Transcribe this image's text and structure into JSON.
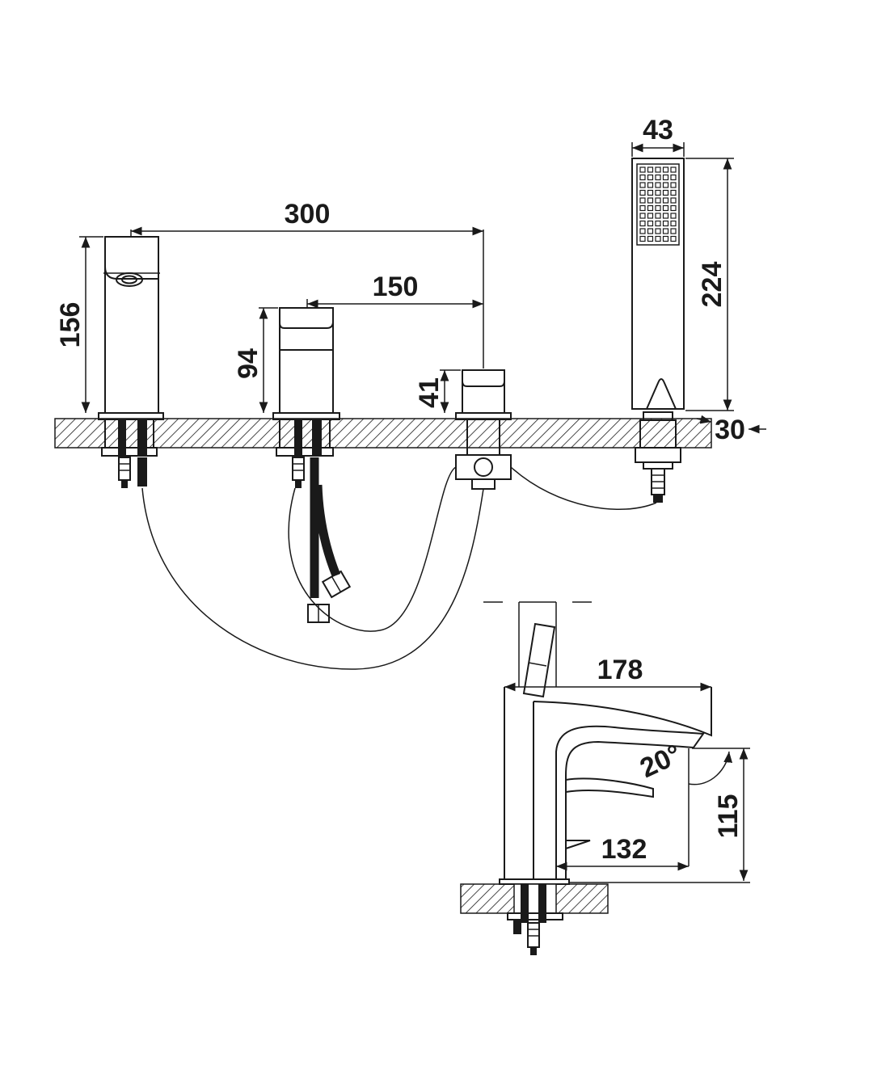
{
  "dimensions": {
    "spout_width": "300",
    "spout_height": "156",
    "mixer_offset": "150",
    "mixer_height": "94",
    "diverter_height": "41",
    "handshower_width": "43",
    "handshower_length": "224",
    "deck_thickness": "30",
    "side_reach": "178",
    "spray_angle": "20°",
    "side_outlet_reach": "132",
    "side_outlet_height": "115"
  },
  "colors": {
    "line": "#1a1a1a",
    "background": "#ffffff"
  }
}
